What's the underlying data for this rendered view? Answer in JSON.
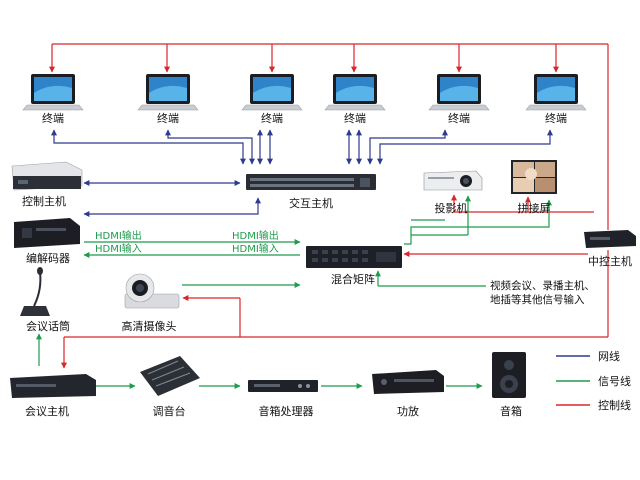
{
  "colors": {
    "network": "#2f3b8c",
    "signal": "#1e9b4c",
    "control": "#d9262b"
  },
  "terminals": [
    "终端",
    "终端",
    "终端",
    "终端",
    "终端",
    "终端"
  ],
  "devices": {
    "control_host": "控制主机",
    "interactive_host": "交互主机",
    "codec": "编解码器",
    "projector": "投影机",
    "splice_screen": "拼接屏",
    "central_control": "中控主机",
    "mixing_matrix": "混合矩阵",
    "mic": "会议话筒",
    "camera": "高清摄像头",
    "conference_host": "会议主机",
    "mixer": "调音台",
    "speaker_processor": "音箱处理器",
    "amplifier": "功放",
    "speaker": "音箱"
  },
  "connection_labels": {
    "hdmi_out_left": "HDMI输出",
    "hdmi_in_left": "HDMI输入",
    "hdmi_out_right": "HDMI输出",
    "hdmi_in_right": "HDMI输入"
  },
  "note_lines": [
    "视频会议、录播主机、",
    "地插等其他信号输入"
  ],
  "legend": [
    {
      "label": "网线",
      "color": "#2f3b8c"
    },
    {
      "label": "信号线",
      "color": "#1e9b4c"
    },
    {
      "label": "控制线",
      "color": "#d9262b"
    }
  ]
}
